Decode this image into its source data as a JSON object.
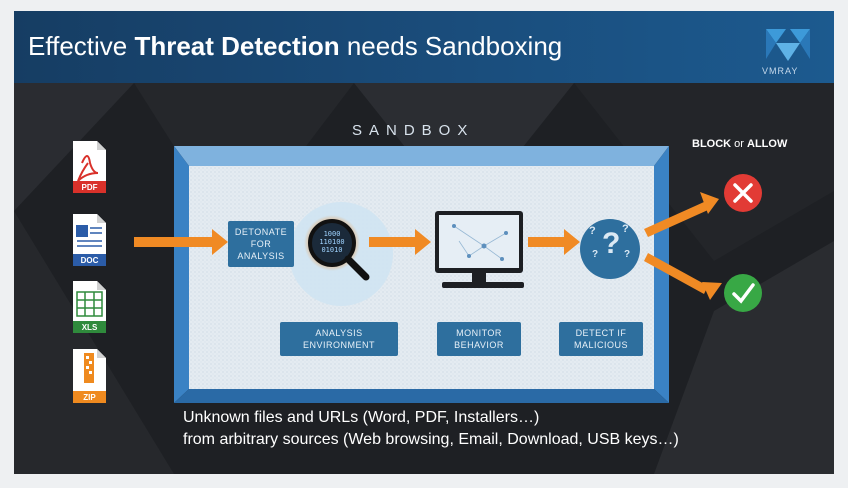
{
  "title": {
    "pre": "Effective ",
    "bold": "Threat Detection",
    "post": " needs Sandboxing"
  },
  "logo": {
    "text": "VMRAY"
  },
  "sandbox_label": "SANDBOX",
  "decision": {
    "block": "BLOCK",
    "or": " or ",
    "allow": "ALLOW"
  },
  "files": [
    {
      "label": "PDF",
      "color": "#d9312a",
      "icon": "pdf-file-icon"
    },
    {
      "label": "DOC",
      "color": "#2b5ca8",
      "icon": "word-file-icon"
    },
    {
      "label": "XLS",
      "color": "#2f8a3c",
      "icon": "excel-file-icon"
    },
    {
      "label": "ZIP",
      "color": "#ef8a1f",
      "icon": "zip-file-icon"
    }
  ],
  "steps": {
    "detonate": [
      "DETONATE",
      "FOR",
      "ANALYSIS"
    ],
    "analysis_env": [
      "ANALYSIS",
      "ENVIRONMENT"
    ],
    "monitor": [
      "MONITOR",
      "BEHAVIOR"
    ],
    "detect": [
      "DETECT IF",
      "MALICIOUS"
    ]
  },
  "binary_text": [
    "1000",
    "110100",
    "01010"
  ],
  "caption": {
    "line1": "Unknown files and URLs (Word, PDF, Installers…)",
    "line2": "from arbitrary sources (Web browsing, Email, Download, USB keys…)"
  },
  "colors": {
    "header": "#1a4d7c",
    "arrow": "#f08a24",
    "block": "#e23b35",
    "allow": "#38a845",
    "frame": "#3a82c4"
  }
}
